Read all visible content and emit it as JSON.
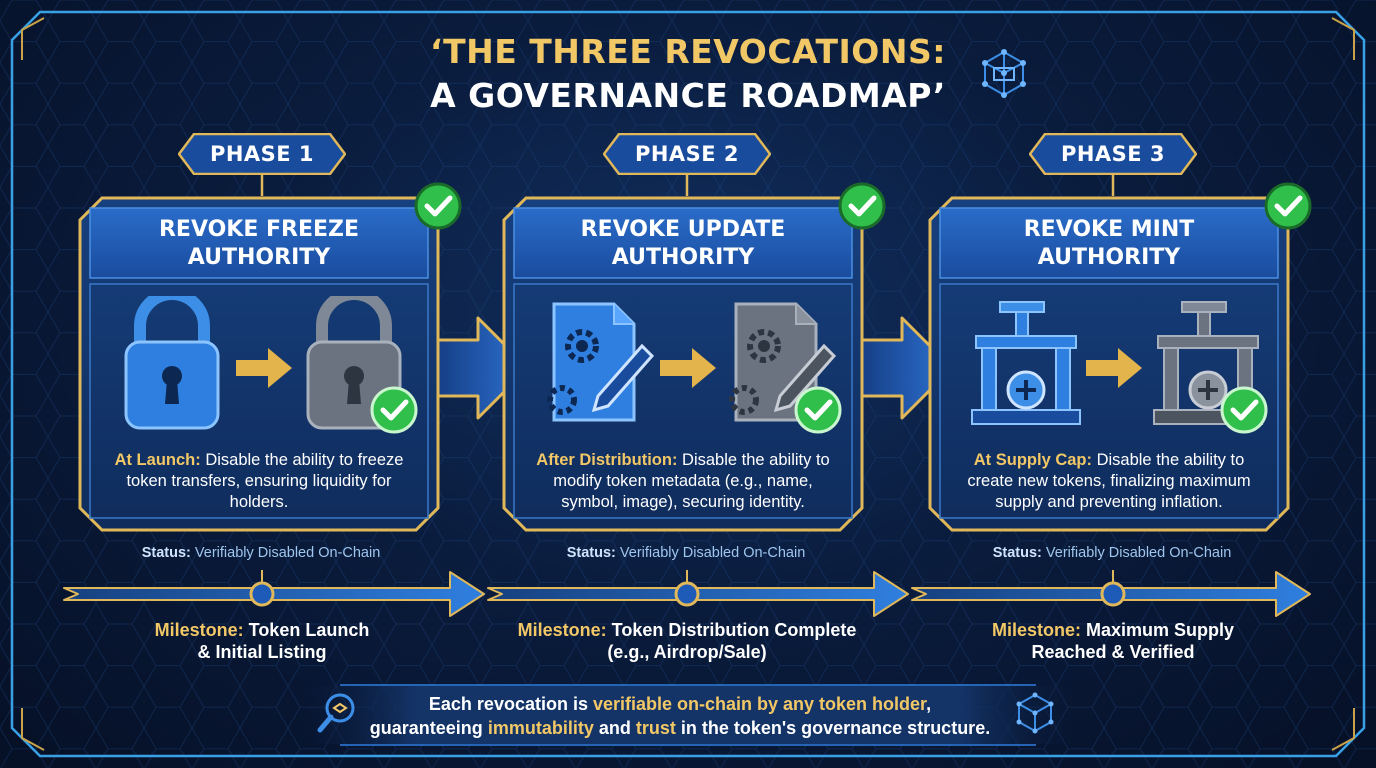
{
  "title": {
    "line1": "‘THE THREE REVOCATIONS:",
    "line2": "A GOVERNANCE ROADMAP’"
  },
  "phases": [
    {
      "label": "PHASE 1",
      "title_line1": "REVOKE FREEZE",
      "title_line2": "AUTHORITY",
      "desc_label": "At Launch:",
      "desc_text": " Disable the ability to freeze token transfers, ensuring liquidity for holders.",
      "status_label": "Status:",
      "status_text": " Verifiably Disabled On-Chain",
      "milestone_label": "Milestone:",
      "milestone_text1": " Token Launch",
      "milestone_text2": "& Initial Listing",
      "icon_before": "lock-icon",
      "icon_after": "lock-disabled-icon"
    },
    {
      "label": "PHASE 2",
      "title_line1": "REVOKE UPDATE",
      "title_line2": "AUTHORITY",
      "desc_label": "After Distribution:",
      "desc_text": " Disable the ability to modify token metadata (e.g., name, symbol, image), securing identity.",
      "status_label": "Status:",
      "status_text": " Verifiably Disabled On-Chain",
      "milestone_label": "Milestone:",
      "milestone_text1": " Token Distribution Complete",
      "milestone_text2": "(e.g., Airdrop/Sale)",
      "icon_before": "metadata-edit-icon",
      "icon_after": "metadata-edit-disabled-icon"
    },
    {
      "label": "PHASE 3",
      "title_line1": "REVOKE MINT",
      "title_line2": "AUTHORITY",
      "desc_label": "At Supply Cap:",
      "desc_text": " Disable the ability to create new tokens, finalizing maximum supply and preventing inflation.",
      "status_label": "Status:",
      "status_text": " Verifiably Disabled On-Chain",
      "milestone_label": "Milestone:",
      "milestone_text1": " Maximum Supply",
      "milestone_text2": "Reached & Verified",
      "icon_before": "mint-press-icon",
      "icon_after": "mint-press-disabled-icon"
    }
  ],
  "footer": {
    "text_a": "Each revocation is ",
    "text_b": "verifiable on-chain by any token holder",
    "text_c": ",",
    "text_d": "guaranteeing ",
    "text_e": "immutability",
    "text_f": " and ",
    "text_g": "trust",
    "text_h": " in the token's governance structure.",
    "icon_left": "magnifier-icon",
    "icon_right": "cube-network-icon"
  },
  "colors": {
    "gold": "#f2c766",
    "card_blue": "#1d56ad",
    "check_green": "#2fbf4a",
    "background": "#0a1c3d"
  }
}
